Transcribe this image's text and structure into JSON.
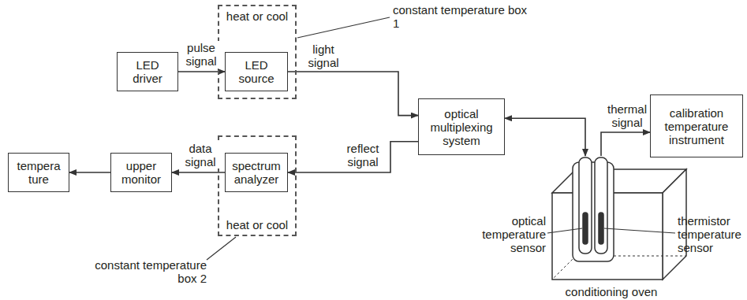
{
  "diagram": {
    "nodes": [
      {
        "text": [
          "heat or cool"
        ]
      },
      {
        "text": [
          "LED driver"
        ]
      },
      {
        "text": [
          "LED source"
        ],
        "in": 0
      },
      {
        "text": [
          "optical multiplexing system"
        ]
      },
      {
        "text": [
          "calibration temperature instrument"
        ]
      },
      {
        "text": [
          "tempera ture"
        ]
      },
      {
        "text": [
          "upper monitor"
        ]
      },
      {
        "text": [
          "heat or cool"
        ]
      },
      {
        "text": [
          "spectrum analyzer"
        ],
        "in": 7
      },
      {
        "text": [
          "conditioning oven"
        ]
      }
    ],
    "edges": [
      {
        "from": 1,
        "to": 2,
        "label": "pulse signal",
        "arrow": "to"
      },
      {
        "from": 2,
        "to": 3,
        "label": "light signal",
        "arrow": "to"
      },
      {
        "from": 3,
        "to": 8,
        "label": "reflect signal",
        "arrow": "to"
      },
      {
        "from": 8,
        "to": 6,
        "label": "data signal",
        "arrow": "to"
      },
      {
        "from": 6,
        "to": 5,
        "arrow": "to"
      },
      {
        "from": 3,
        "to": 9,
        "arrow": "both"
      },
      {
        "from": 9,
        "to": 4,
        "label": "thermal signal",
        "arrow": "to"
      }
    ],
    "labels": [
      "constant temperature box 1",
      "constant temperature box 2",
      "optical temperature sensor",
      "thermistor temperature sensor"
    ]
  }
}
